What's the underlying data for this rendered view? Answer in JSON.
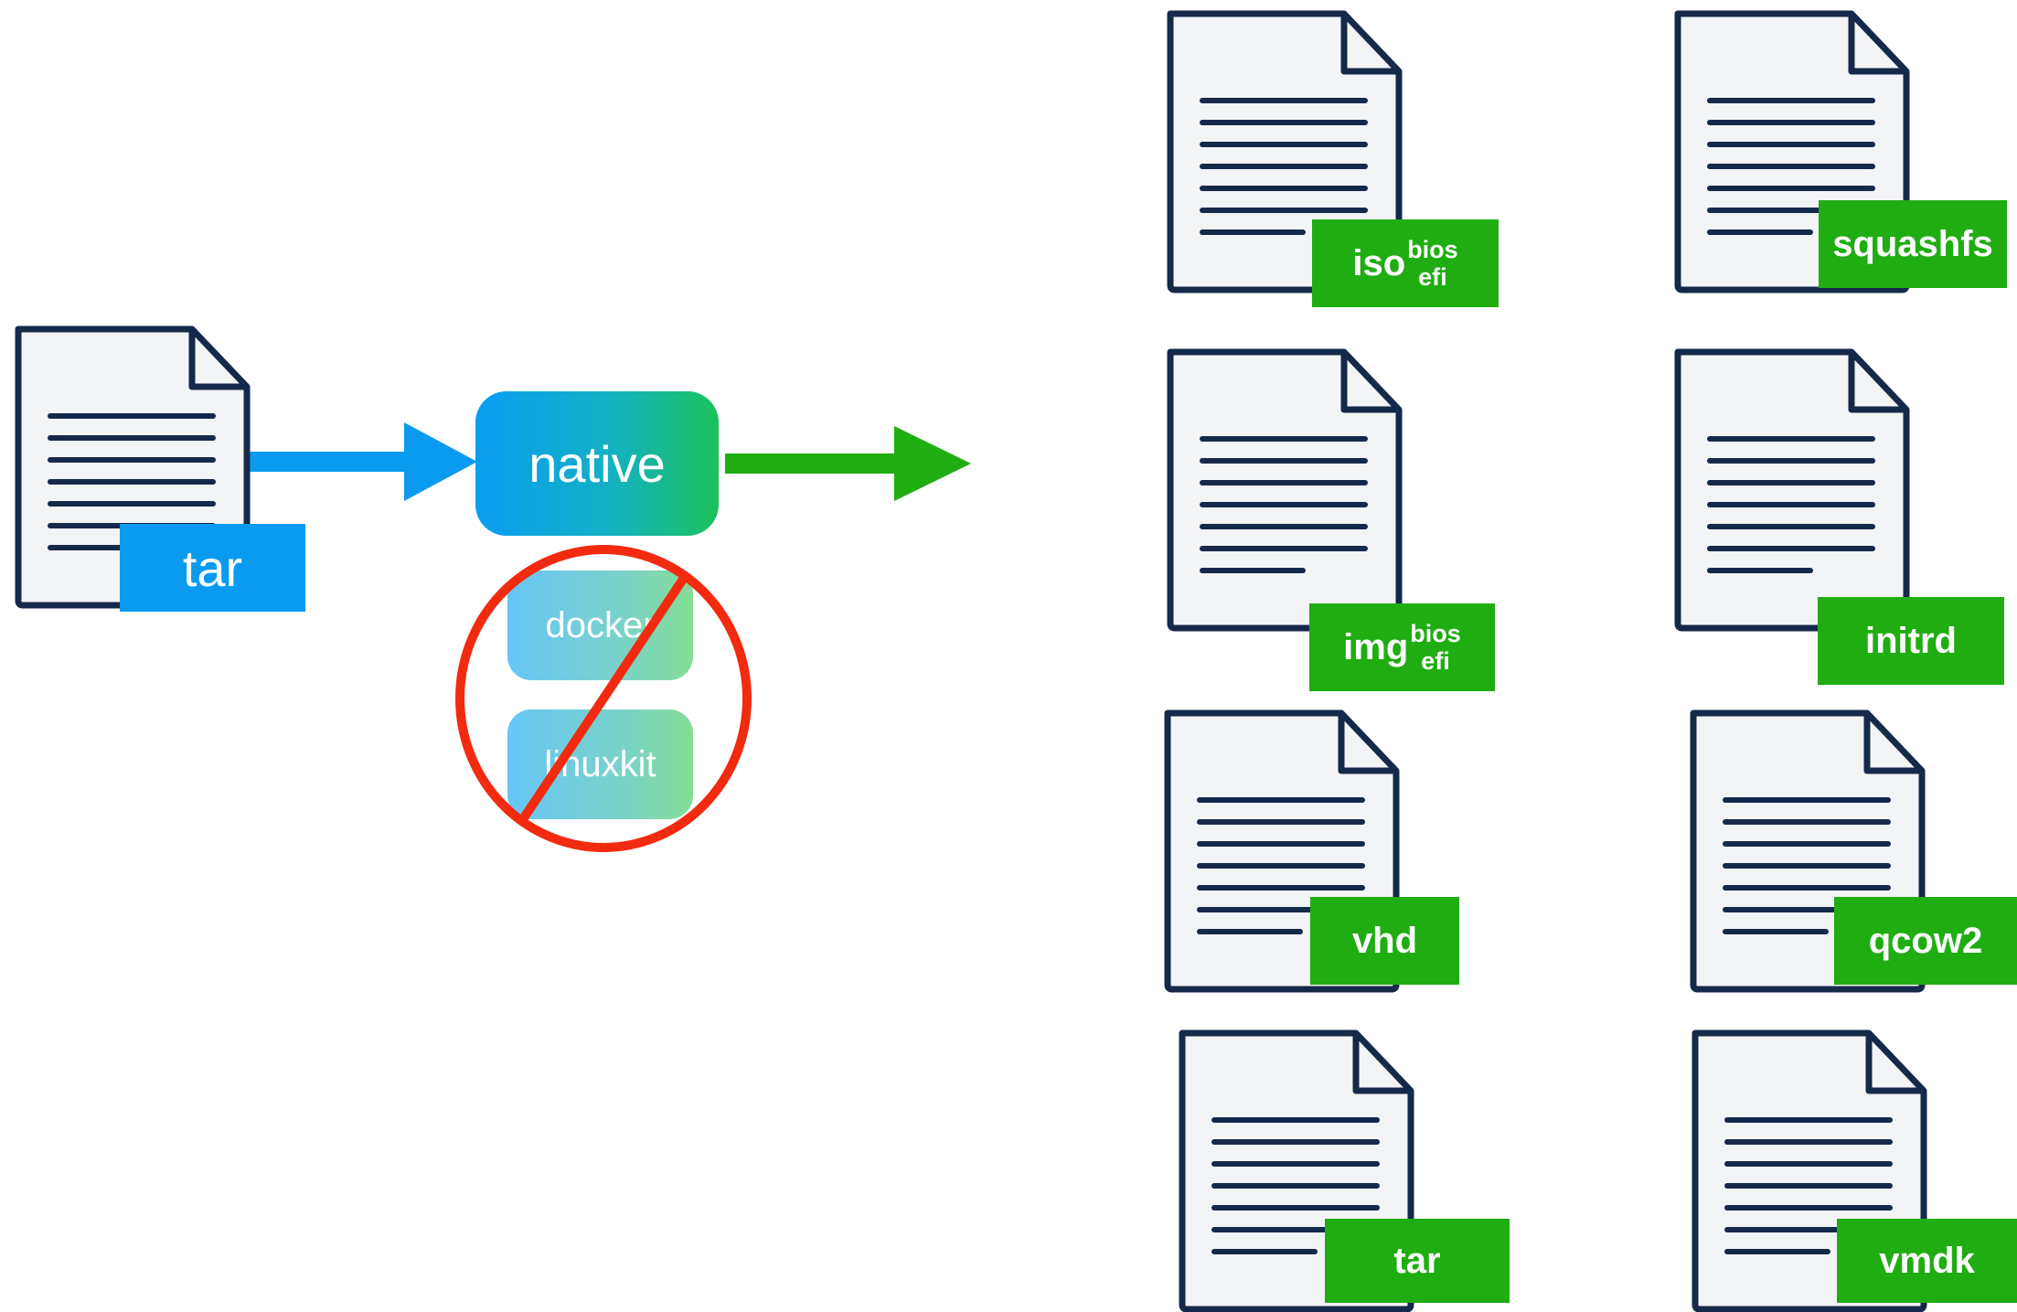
{
  "input": {
    "label": "tar",
    "color": "#0a9bf0"
  },
  "builders": {
    "native": "native",
    "crossed_out": [
      "docker",
      "linuxkit"
    ],
    "prohibition_color": "#f22a10"
  },
  "outputs": {
    "color": "#1fad12",
    "iso": {
      "name": "iso",
      "sup": "bios",
      "sub": "efi"
    },
    "squashfs": "squashfs",
    "img": {
      "name": "img",
      "sup": "bios",
      "sub": "efi"
    },
    "initrd": "initrd",
    "vhd": "vhd",
    "qcow2": "qcow2",
    "tar": "tar",
    "vmdk": "vmdk"
  },
  "icons": [
    "document-icon",
    "right-arrow-icon",
    "prohibition-icon"
  ]
}
